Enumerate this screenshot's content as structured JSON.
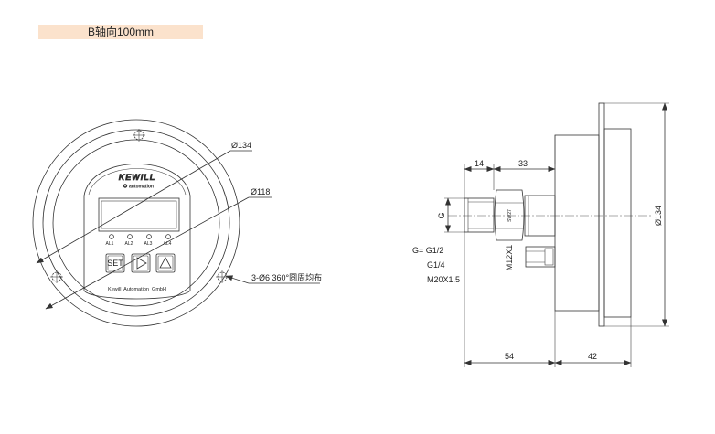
{
  "header_label": {
    "text": "B轴向100mm"
  },
  "front_view": {
    "dim_outer": "Ø134",
    "dim_inner": "Ø118",
    "holes_note": "3-Ø6 360°圆周均布",
    "logo": {
      "brand": "KEWILL",
      "sub": "automation"
    },
    "leds": [
      "AL1",
      "AL2",
      "AL3",
      "AL4"
    ],
    "buttons": [
      {
        "label": "SET"
      },
      {
        "icon": "play-triangle-icon"
      },
      {
        "icon": "up-triangle-icon"
      }
    ],
    "maker": "Kewill  Automation  GmbH"
  },
  "side_view": {
    "dims": {
      "top_left": "14",
      "top_right": "33",
      "bottom_left": "54",
      "bottom_right": "42",
      "diameter": "Ø134",
      "thread": "G",
      "hex": "SW27",
      "connector": "M12X1"
    },
    "thread_options": [
      "G= G1/2",
      "G1/4",
      "M20X1.5"
    ]
  },
  "colors": {
    "line": "#333333",
    "label_bg": "#fbe2cc"
  }
}
